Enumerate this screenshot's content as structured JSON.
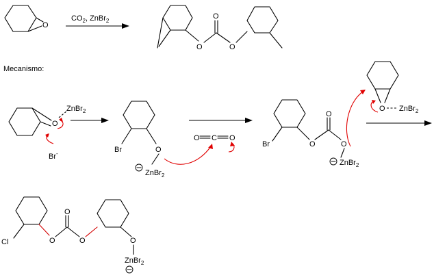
{
  "reaction": {
    "reagents": "CO",
    "reagents_sub": "2",
    "reagents_rest": ", ZnBr",
    "reagents_sub2": "2"
  },
  "mechanism_title": "Mecanismo:",
  "atoms": {
    "O": "O",
    "Br": "Br",
    "Cl": "Cl",
    "C": "C",
    "Zn": "ZnBr",
    "sub2": "2",
    "minus": "-"
  }
}
